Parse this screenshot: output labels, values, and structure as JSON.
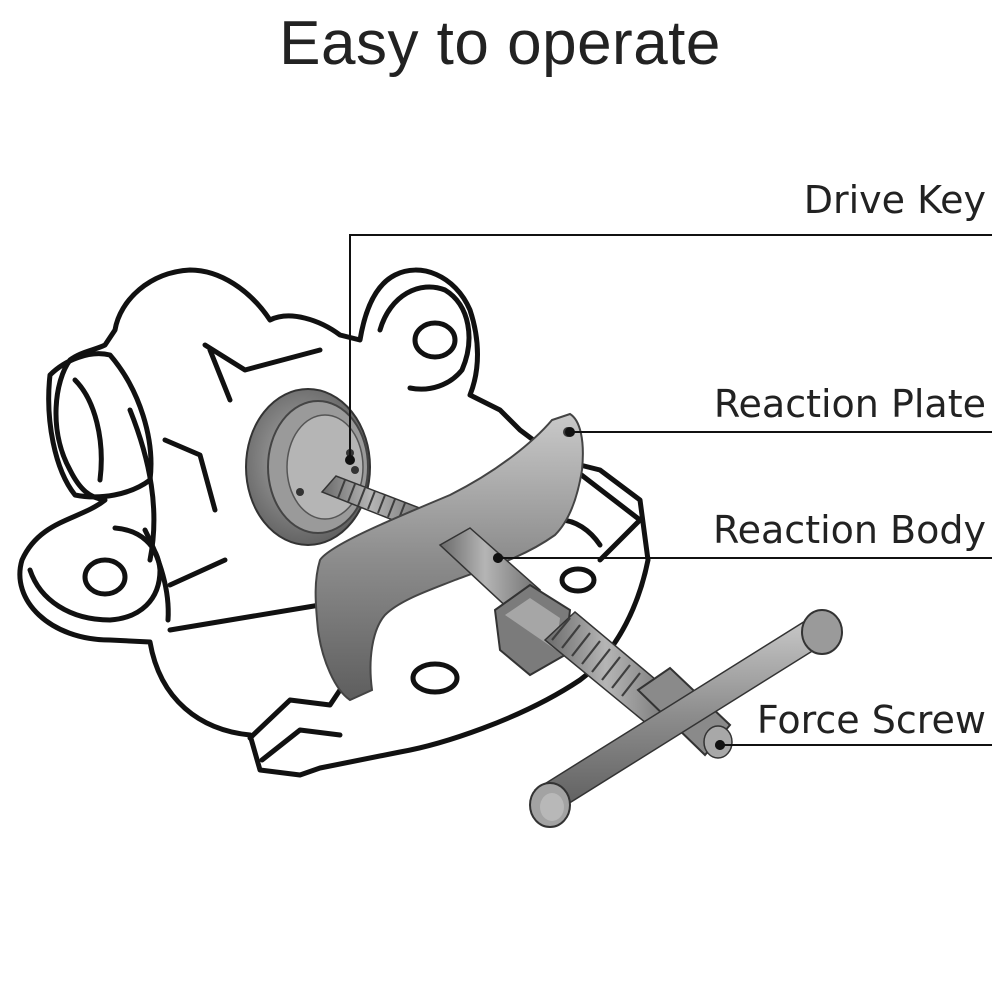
{
  "title": "Easy to operate",
  "labels": {
    "drive_key": "Drive Key",
    "reaction_plate": "Reaction Plate",
    "reaction_body": "Reaction Body",
    "force_screw": "Force Screw"
  },
  "colors": {
    "outline": "#111111",
    "metal": "#8e8e8e",
    "metal_dark": "#6a6a6a",
    "metal_light": "#b8b8b8",
    "text": "#222222"
  }
}
